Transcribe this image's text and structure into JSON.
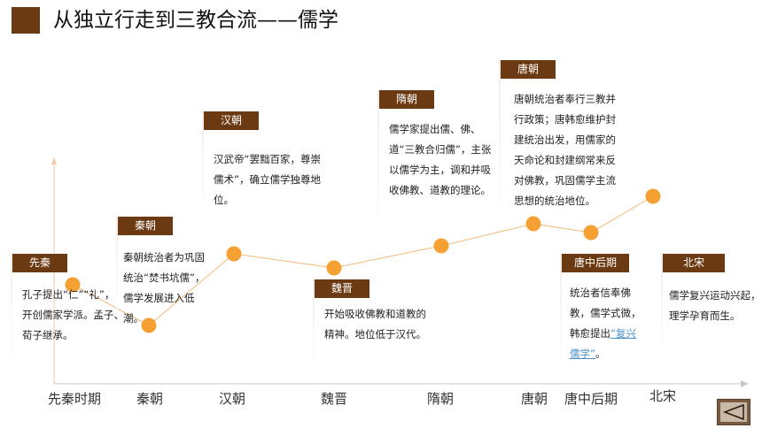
{
  "title": "从独立行走到三教合流——儒学",
  "colors": {
    "accent": "#6b3a12",
    "dot": "#f5a033",
    "line": "#f2b97a"
  },
  "axis": {
    "labels": [
      "先秦时期",
      "秦朝",
      "汉朝",
      "魏晋",
      "隋朝",
      "唐朝",
      "唐中后期",
      "北宋"
    ]
  },
  "cards": {
    "xianqin": {
      "label": "先秦",
      "text_a": "孔子提出“仁”“礼”，开创儒家学派。孟子、荀子继承。"
    },
    "qin": {
      "label": "秦朝",
      "text_a": "秦朝统治者为巩固统治“焚书坑儒”，儒学发展进入低潮。"
    },
    "han": {
      "label": "汉朝",
      "text_a": "汉武帝“罢黜百家，尊崇儒术”，确立儒学独尊地位。"
    },
    "weijin": {
      "label": "魏晋",
      "text_a": "开始吸收佛教和道教的精神。地位低于汉代。"
    },
    "sui": {
      "label": "隋朝",
      "text_a": "儒学家提出儒、佛、道“三教合归儒”，主张以儒学为主，调和并吸收佛教、道教的理论。"
    },
    "tang": {
      "label": "唐朝",
      "text_a": "唐朝统治者奉行三教并行政策；唐韩愈维护封建统治出发，用儒家的天命论和封建纲常来反对佛教，巩固儒学主流思想的统治地位。"
    },
    "tangzhonghou": {
      "label": "唐中后期",
      "text_a": "统治者信奉佛教，儒学式微，韩愈提出",
      "link": "“复兴儒学”",
      "text_b": "。"
    },
    "beisong": {
      "label": "北宋",
      "text_a": "儒学复兴运动兴起，理学孕育而生。"
    }
  },
  "icons": {
    "back": "triangle-left-icon"
  }
}
